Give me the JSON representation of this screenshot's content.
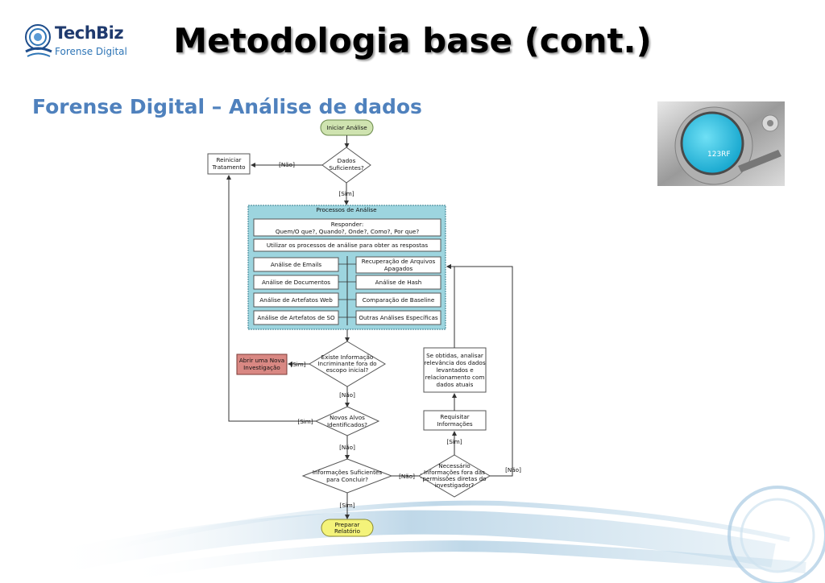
{
  "header": {
    "title": "Metodologia base (cont.)",
    "subtitle": "Forense Digital – Análise de dados"
  },
  "logo": {
    "line1": "TechBiz",
    "line2": "Forense Digital"
  },
  "photo": {
    "watermark": "123RF",
    "icon": "hard-drive-magnifier"
  },
  "colors": {
    "accent": "#4f81bd",
    "terminal_fill": "#eef0a0",
    "start_fill": "#cfe3b0",
    "process_area": "#9dd5df",
    "alert_fill": "#d98883"
  },
  "flowchart": {
    "start": "Iniciar Análise",
    "dados_suficientes": [
      "Dados",
      "Suficientes?"
    ],
    "reiniciar": [
      "Reiniciar",
      "Tratamento"
    ],
    "nao_1": "[Não]",
    "sim_1": "[Sim]",
    "processos_title": "Processos de Análise",
    "responder": [
      "Responder:",
      "Quem/O que?, Quando?, Onde?, Como?, Por que?"
    ],
    "utilizar": "Utilizar os processos de análise para obter as respostas",
    "left_items": [
      "Análise de Emails",
      "Análise de Documentos",
      "Análise de Artefatos Web",
      "Análise de Artefatos de SO"
    ],
    "right_items": [
      [
        "Recuperação de Arquivos",
        "Apagados"
      ],
      [
        "Análise de Hash"
      ],
      [
        "Comparação de Baseline"
      ],
      [
        "Outras Análises Específicas"
      ]
    ],
    "existe_info": [
      "Existe Informação",
      "Incriminante fora do",
      "escopo inicial?"
    ],
    "abrir": [
      "Abrir uma Nova",
      "Investigação"
    ],
    "sim_2": "[Sim]",
    "nao_2": "[Não]",
    "novos_alvos": [
      "Novos Alvos",
      "Identificados?"
    ],
    "sim_3": "[Sim]",
    "nao_3": "[Não]",
    "info_suficientes": [
      "Informações Suficientes",
      "para Concluir?"
    ],
    "sim_4": "[Sim]",
    "nao_4": "[Não]",
    "preparar": [
      "Preparar",
      "Relatório"
    ],
    "necessario": [
      "Necessário",
      "Informações fora das",
      "permissões diretas do",
      "investigador?"
    ],
    "nao_5": "[Não]",
    "sim_5": "[Sim]",
    "requisitar": [
      "Requisitar",
      "Informações"
    ],
    "se_obtidas": [
      "Se obtidas, analisar",
      "relevância dos dados",
      "levantados e",
      "relacionamento com",
      "dados atuais"
    ]
  }
}
